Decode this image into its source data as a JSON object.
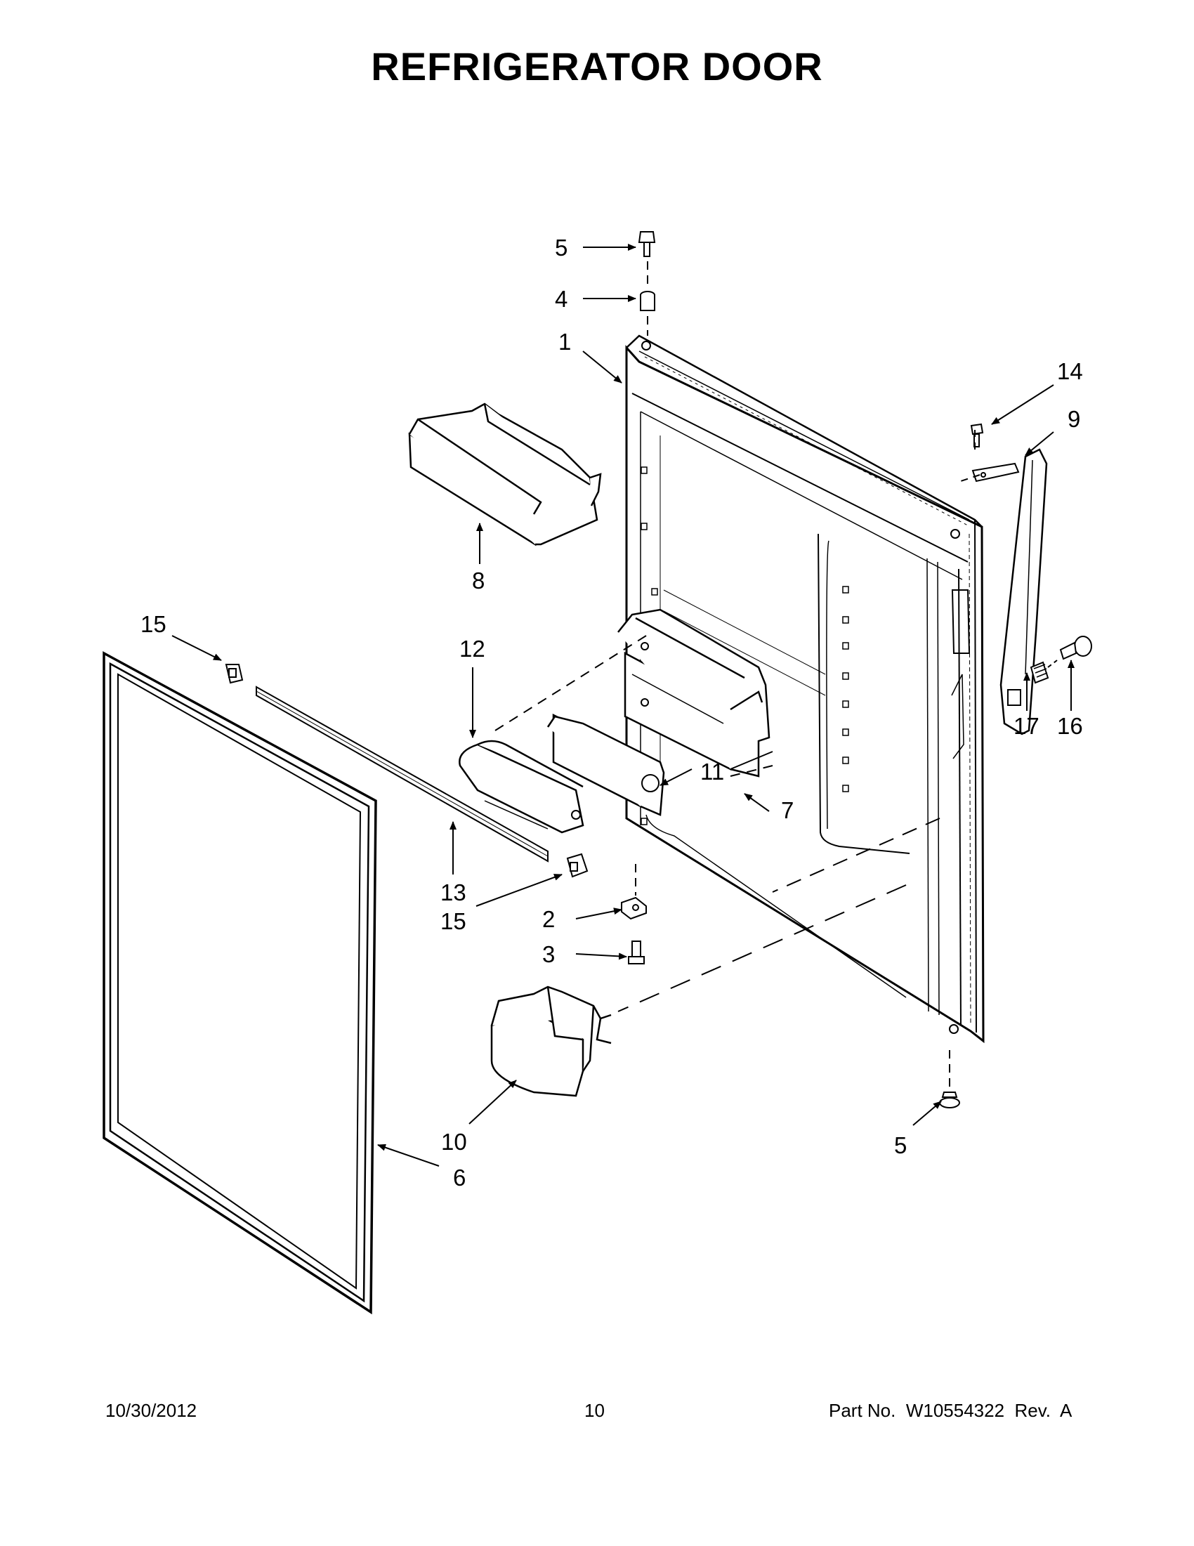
{
  "title": "REFRIGERATOR DOOR",
  "callouts": [
    {
      "id": "c5a",
      "label": "5"
    },
    {
      "id": "c4",
      "label": "4"
    },
    {
      "id": "c1",
      "label": "1"
    },
    {
      "id": "c14",
      "label": "14"
    },
    {
      "id": "c9",
      "label": "9"
    },
    {
      "id": "c8",
      "label": "8"
    },
    {
      "id": "c15a",
      "label": "15"
    },
    {
      "id": "c12",
      "label": "12"
    },
    {
      "id": "c11",
      "label": "11"
    },
    {
      "id": "c7",
      "label": "7"
    },
    {
      "id": "c17",
      "label": "17"
    },
    {
      "id": "c16",
      "label": "16"
    },
    {
      "id": "c13",
      "label": "13"
    },
    {
      "id": "c15b",
      "label": "15"
    },
    {
      "id": "c2",
      "label": "2"
    },
    {
      "id": "c3",
      "label": "3"
    },
    {
      "id": "c10",
      "label": "10"
    },
    {
      "id": "c6",
      "label": "6"
    },
    {
      "id": "c5b",
      "label": "5"
    }
  ],
  "footer": {
    "date": "10/30/2012",
    "page": "10",
    "part_number": "Part No.  W10554322  Rev.  A"
  }
}
